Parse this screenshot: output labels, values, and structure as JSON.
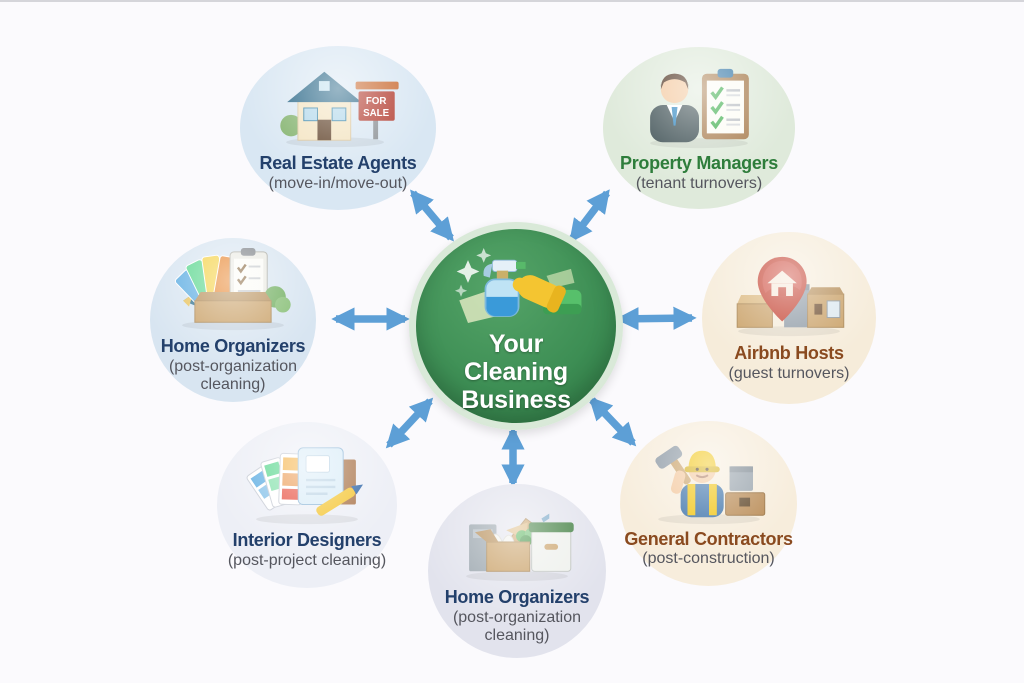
{
  "background": "#fbfafd",
  "arrow_color": "#5d9fd6",
  "center": {
    "label": "Your Cleaning Business",
    "bg": "#3e8f55",
    "bg_light": "#55a468",
    "bg_edge": "#2e7a44",
    "ring": "#d9e9d8",
    "text_color": "#ffffff",
    "icon": "cleaning-supplies"
  },
  "nodes": [
    {
      "id": "real-estate-agents",
      "label": "Real Estate Agents",
      "sublabel": "(move-in/move-out)",
      "badge_line1": "FOR",
      "badge_line2": "SALE",
      "bg": "#d9e7f3",
      "label_color": "#23406b",
      "sublabel_color": "#55565e",
      "icon": "house-for-sale"
    },
    {
      "id": "property-managers",
      "label": "Property Managers",
      "sublabel": "(tenant turnovers)",
      "bg": "#dfeadb",
      "label_color": "#2e7d3b",
      "sublabel_color": "#55565e",
      "icon": "manager-checklist"
    },
    {
      "id": "home-organizers-left",
      "label": "Home Organizers",
      "sublabel": "(post-organization cleaning)",
      "bg": "#d8e5f1",
      "label_color": "#23406b",
      "sublabel_color": "#55565e",
      "icon": "swatches-clipboard-box"
    },
    {
      "id": "airbnb-hosts",
      "label": "Airbnb Hosts",
      "sublabel": "(guest turnovers)",
      "bg": "#f6ecda",
      "label_color": "#8a4a1f",
      "sublabel_color": "#55565e",
      "icon": "map-pin-boxes"
    },
    {
      "id": "interior-designers",
      "label": "Interior Designers",
      "sublabel": "(post-project cleaning)",
      "bg": "#edeff6",
      "label_color": "#23406b",
      "sublabel_color": "#55565e",
      "icon": "swatches-notebook-pen"
    },
    {
      "id": "home-organizers-bottom",
      "label": "Home Organizers",
      "sublabel": "(post-organization cleaning)",
      "bg": "#e2e3ed",
      "label_color": "#23406b",
      "sublabel_color": "#55565e",
      "icon": "storage-boxes"
    },
    {
      "id": "general-contractors",
      "label": "General Contractors",
      "sublabel": "(post-construction)",
      "bg": "#f7eddc",
      "label_color": "#8a4a1f",
      "sublabel_color": "#55565e",
      "icon": "contractor-toolbox"
    }
  ]
}
